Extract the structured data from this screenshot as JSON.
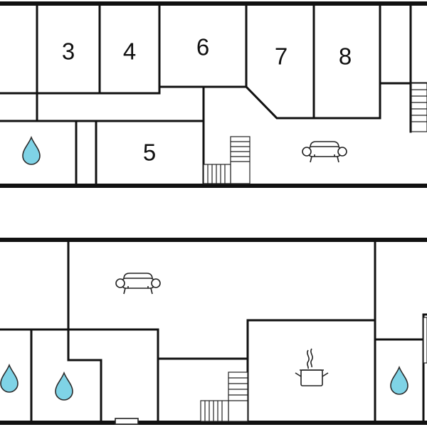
{
  "floor_plan": {
    "rooms": [
      {
        "id": "room-3",
        "label": "3"
      },
      {
        "id": "room-4",
        "label": "4"
      },
      {
        "id": "room-5",
        "label": "5"
      },
      {
        "id": "room-6",
        "label": "6"
      },
      {
        "id": "room-7",
        "label": "7"
      },
      {
        "id": "room-8",
        "label": "8"
      }
    ],
    "icons": {
      "bathroom": "water-drop-icon",
      "living_room": "sofa-icon",
      "kitchen": "cooking-pot-icon",
      "staircase": "staircase-icon"
    },
    "colors": {
      "wall": "#111111",
      "water_drop": "#7fd3e6",
      "background": "#ffffff"
    }
  }
}
